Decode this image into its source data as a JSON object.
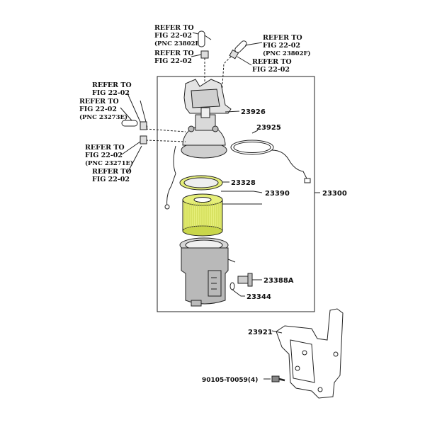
{
  "refs": {
    "r1": {
      "l1": "REFER TO",
      "l2": "FIG 22-02",
      "l3": "(PNC 23802F)"
    },
    "r2": {
      "l1": "REFER TO",
      "l2": "FIG 22-02",
      "l3": "(PNC 23802F)"
    },
    "r3": {
      "l1": "REFER TO",
      "l2": "FIG 22-02"
    },
    "r4": {
      "l1": "REFER TO",
      "l2": "FIG 22-02"
    },
    "r5": {
      "l1": "REFER TO",
      "l2": "FIG 22-02"
    },
    "r6": {
      "l1": "REFER TO",
      "l2": "FIG 22-02",
      "l3": "(PNC 23273E)"
    },
    "r7": {
      "l1": "REFER TO",
      "l2": "FIG 22-02",
      "l3": "(PNC 23271E)"
    },
    "r8": {
      "l1": "REFER TO",
      "l2": "FIG 22-02"
    }
  },
  "parts": {
    "p23926": "23926",
    "p23925": "23925",
    "p23328": "23328",
    "p23390": "23390",
    "p23300": "23300",
    "p23388a": "23388A",
    "p23344": "23344",
    "p23921": "23921",
    "p90105": "90105-T0059(4)"
  },
  "colors": {
    "highlight": "#e6ef7a",
    "highlight_dark": "#c9d64a",
    "housing": "#b9b9b9",
    "housing_dark": "#8d8d8d",
    "light_gray": "#d6d6d6"
  }
}
